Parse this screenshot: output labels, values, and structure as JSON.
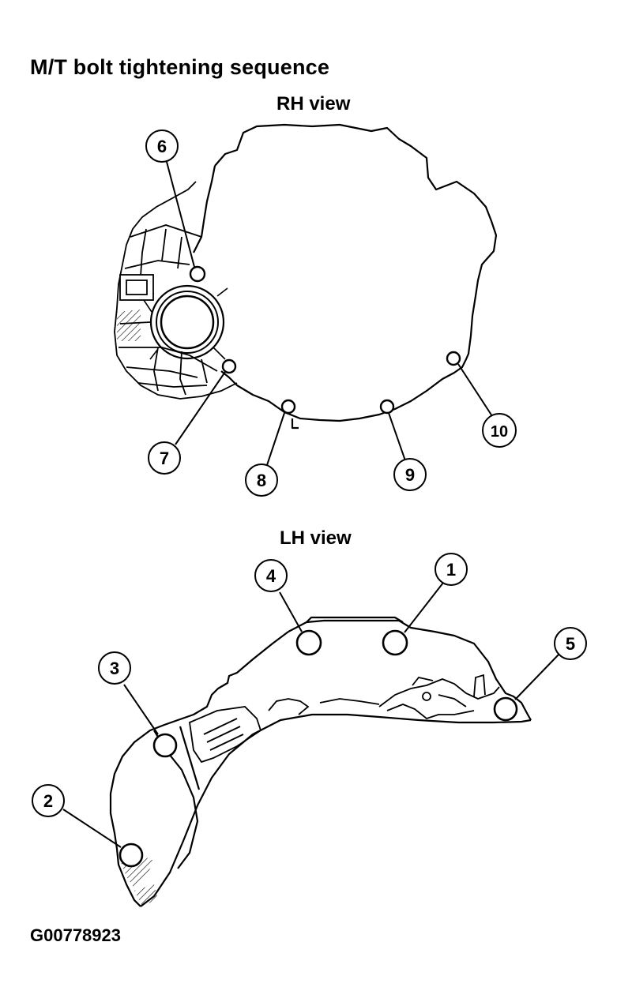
{
  "title": "M/T bolt tightening sequence",
  "rh_view": {
    "label": "RH view",
    "callouts": [
      "6",
      "7",
      "8",
      "9",
      "10"
    ]
  },
  "lh_view": {
    "label": "LH view",
    "callouts": [
      "4",
      "1",
      "3",
      "5",
      "2"
    ]
  },
  "figure_code": "G00778923"
}
